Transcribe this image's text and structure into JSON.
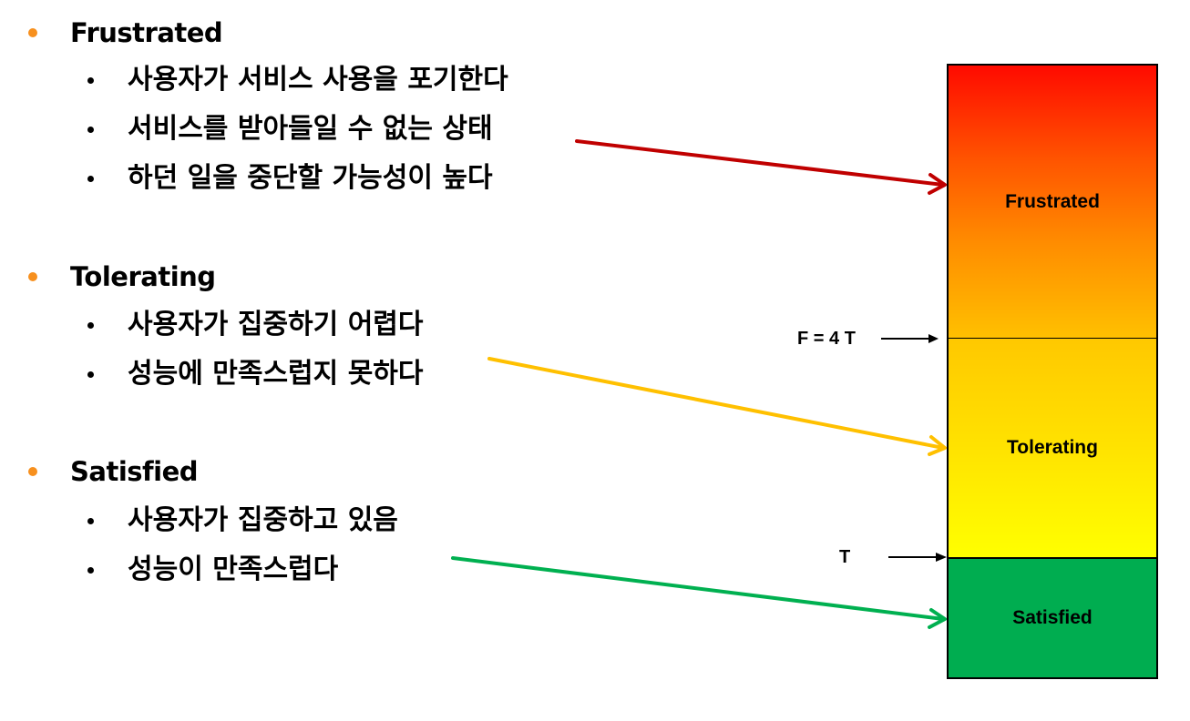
{
  "colors": {
    "level1_bullet": "#f7901e",
    "level2_bullet": "#000000",
    "arrow_frustrated": "#c00000",
    "arrow_tolerating": "#ffc000",
    "arrow_satisfied": "#00b050",
    "zone_satisfied": "#00ad50"
  },
  "sections": [
    {
      "title": "Frustrated",
      "items": [
        "사용자가 서비스 사용을 포기한다",
        "서비스를 받아들일 수 없는 상태",
        "하던 일을 중단할 가능성이 높다"
      ]
    },
    {
      "title": "Tolerating",
      "items": [
        "사용자가 집중하기 어렵다",
        "성능에 만족스럽지 못하다"
      ]
    },
    {
      "title": "Satisfied",
      "items": [
        "사용자가 집중하고  있음",
        "성능이 만족스럽다"
      ]
    }
  ],
  "scale": {
    "zones": [
      {
        "label": "Frustrated"
      },
      {
        "label": "Tolerating"
      },
      {
        "label": "Satisfied"
      }
    ],
    "thresholds": [
      {
        "label": "F = 4 T"
      },
      {
        "label": "T"
      }
    ]
  }
}
